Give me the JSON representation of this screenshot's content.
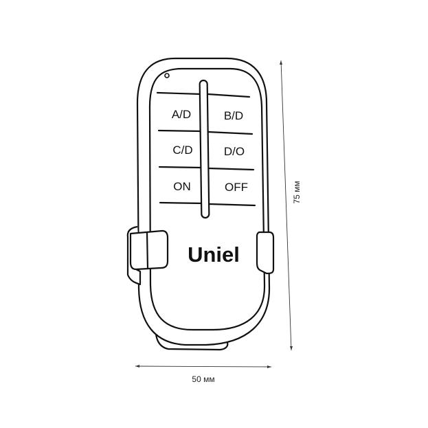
{
  "buttons": [
    {
      "label": "A/D"
    },
    {
      "label": "B/D"
    },
    {
      "label": "C/D"
    },
    {
      "label": "D/O"
    },
    {
      "label": "ON"
    },
    {
      "label": "OFF"
    }
  ],
  "brand": "Uniel",
  "dimensions": {
    "height": "75 мм",
    "width": "50 мм"
  }
}
